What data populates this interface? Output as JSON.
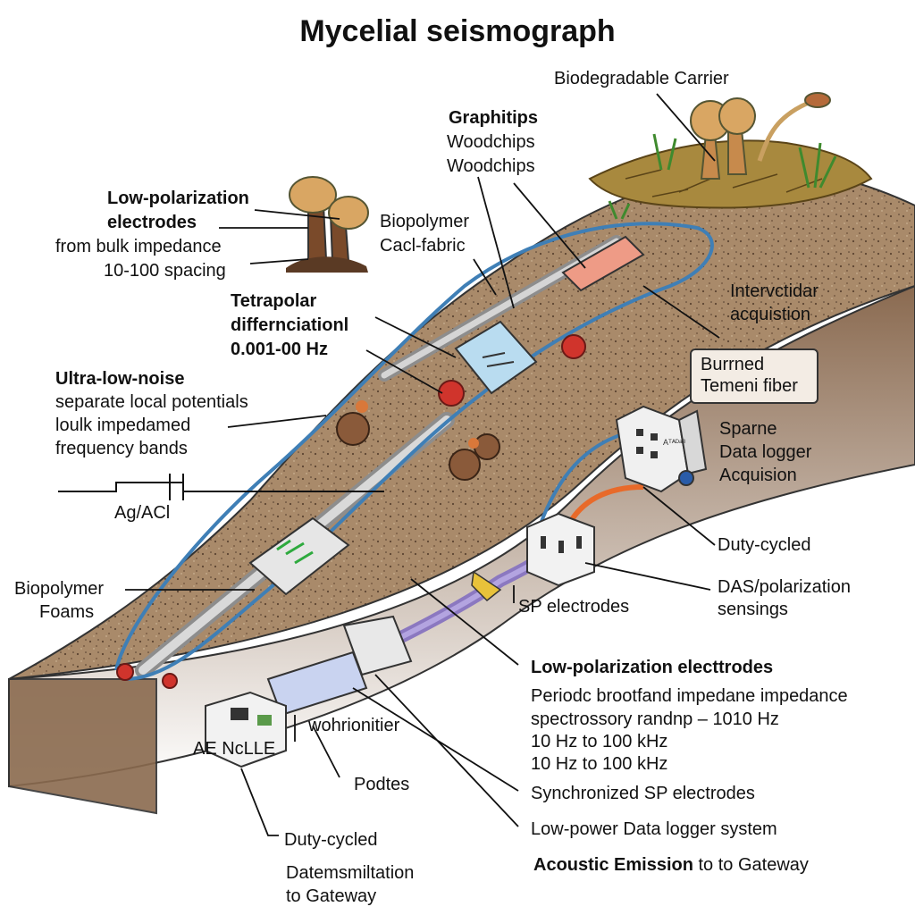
{
  "title": "Mycelial seismograph",
  "labels": {
    "biodegradable_carrier": "Biodegradable Carrier",
    "graphitips": "Graphitips",
    "woodchips_1": "Woodchips",
    "woodchips_2": "Woodchips",
    "lowpol_title_1": "Low-polarization",
    "lowpol_title_2": "electrodes",
    "bulk_impedance": "from bulk impedance",
    "spacing": "10-100 spacing",
    "biopolymer_1": "Biopolymer",
    "cacl_fabric": "Cacl-fabric",
    "tetrapolar_1": "Tetrapolar",
    "tetrapolar_2": "differnciationl",
    "tetrapolar_3": "0.001-00 Hz",
    "intervcticlar_1": "Intervctidar",
    "intervcticlar_2": "acquistion",
    "burned_1": "Burrned",
    "burned_2": "Temeni fiber",
    "ultra_title": "Ultra-low-noise",
    "ultra_2": "separate local potentials",
    "ultra_3": "loulk impedamed",
    "ultra_4": "frequency bands",
    "sparne": "Sparne",
    "data_logger": "Data logger",
    "acquision": "Acquision",
    "agacl": "Ag/ACl",
    "duty_cycled_right": "Duty-cycled",
    "das_1": "DAS/polarization",
    "das_2": "sensings",
    "biopolymer_foams_1": "Biopolymer",
    "biopolymer_foams_2": "Foams",
    "sp_electrodes": "SP electrodes",
    "lowpol_bottom": "Low-polarization electtrodes",
    "periodic_1": "Periodc brootfand impedane impedance",
    "periodic_2": "spectrossory randnp – 1010 Hz",
    "periodic_3": "10 Hz to 100 kHz",
    "periodic_4": "10 Hz to 100 kHz",
    "ae_nclle": "AE  NcLLE",
    "wohrionitier": "wohrionitier",
    "podtes": "Podtes",
    "synchronized": "Synchronized SP electrodes",
    "duty_cycled_left": "Duty-cycled",
    "lowpower": "Low-power Data logger system",
    "datemsmiltation_1": "Datemsmiltation",
    "datemsmiltation_2": "to Gateway",
    "acoustic_bold": "Acoustic Emission",
    "acoustic_rest": " to to Gateway"
  },
  "device_text": {
    "logger_tag": "Aᵀᴬᴰᵃᴮ"
  },
  "colors": {
    "soil": "#8a6a4e",
    "soil_light": "#b89a78",
    "cable": "#3f7fb6",
    "electrode_red": "#d0342c",
    "mushroom": "#cf9a58",
    "purple_cable": "#8b78c0"
  }
}
